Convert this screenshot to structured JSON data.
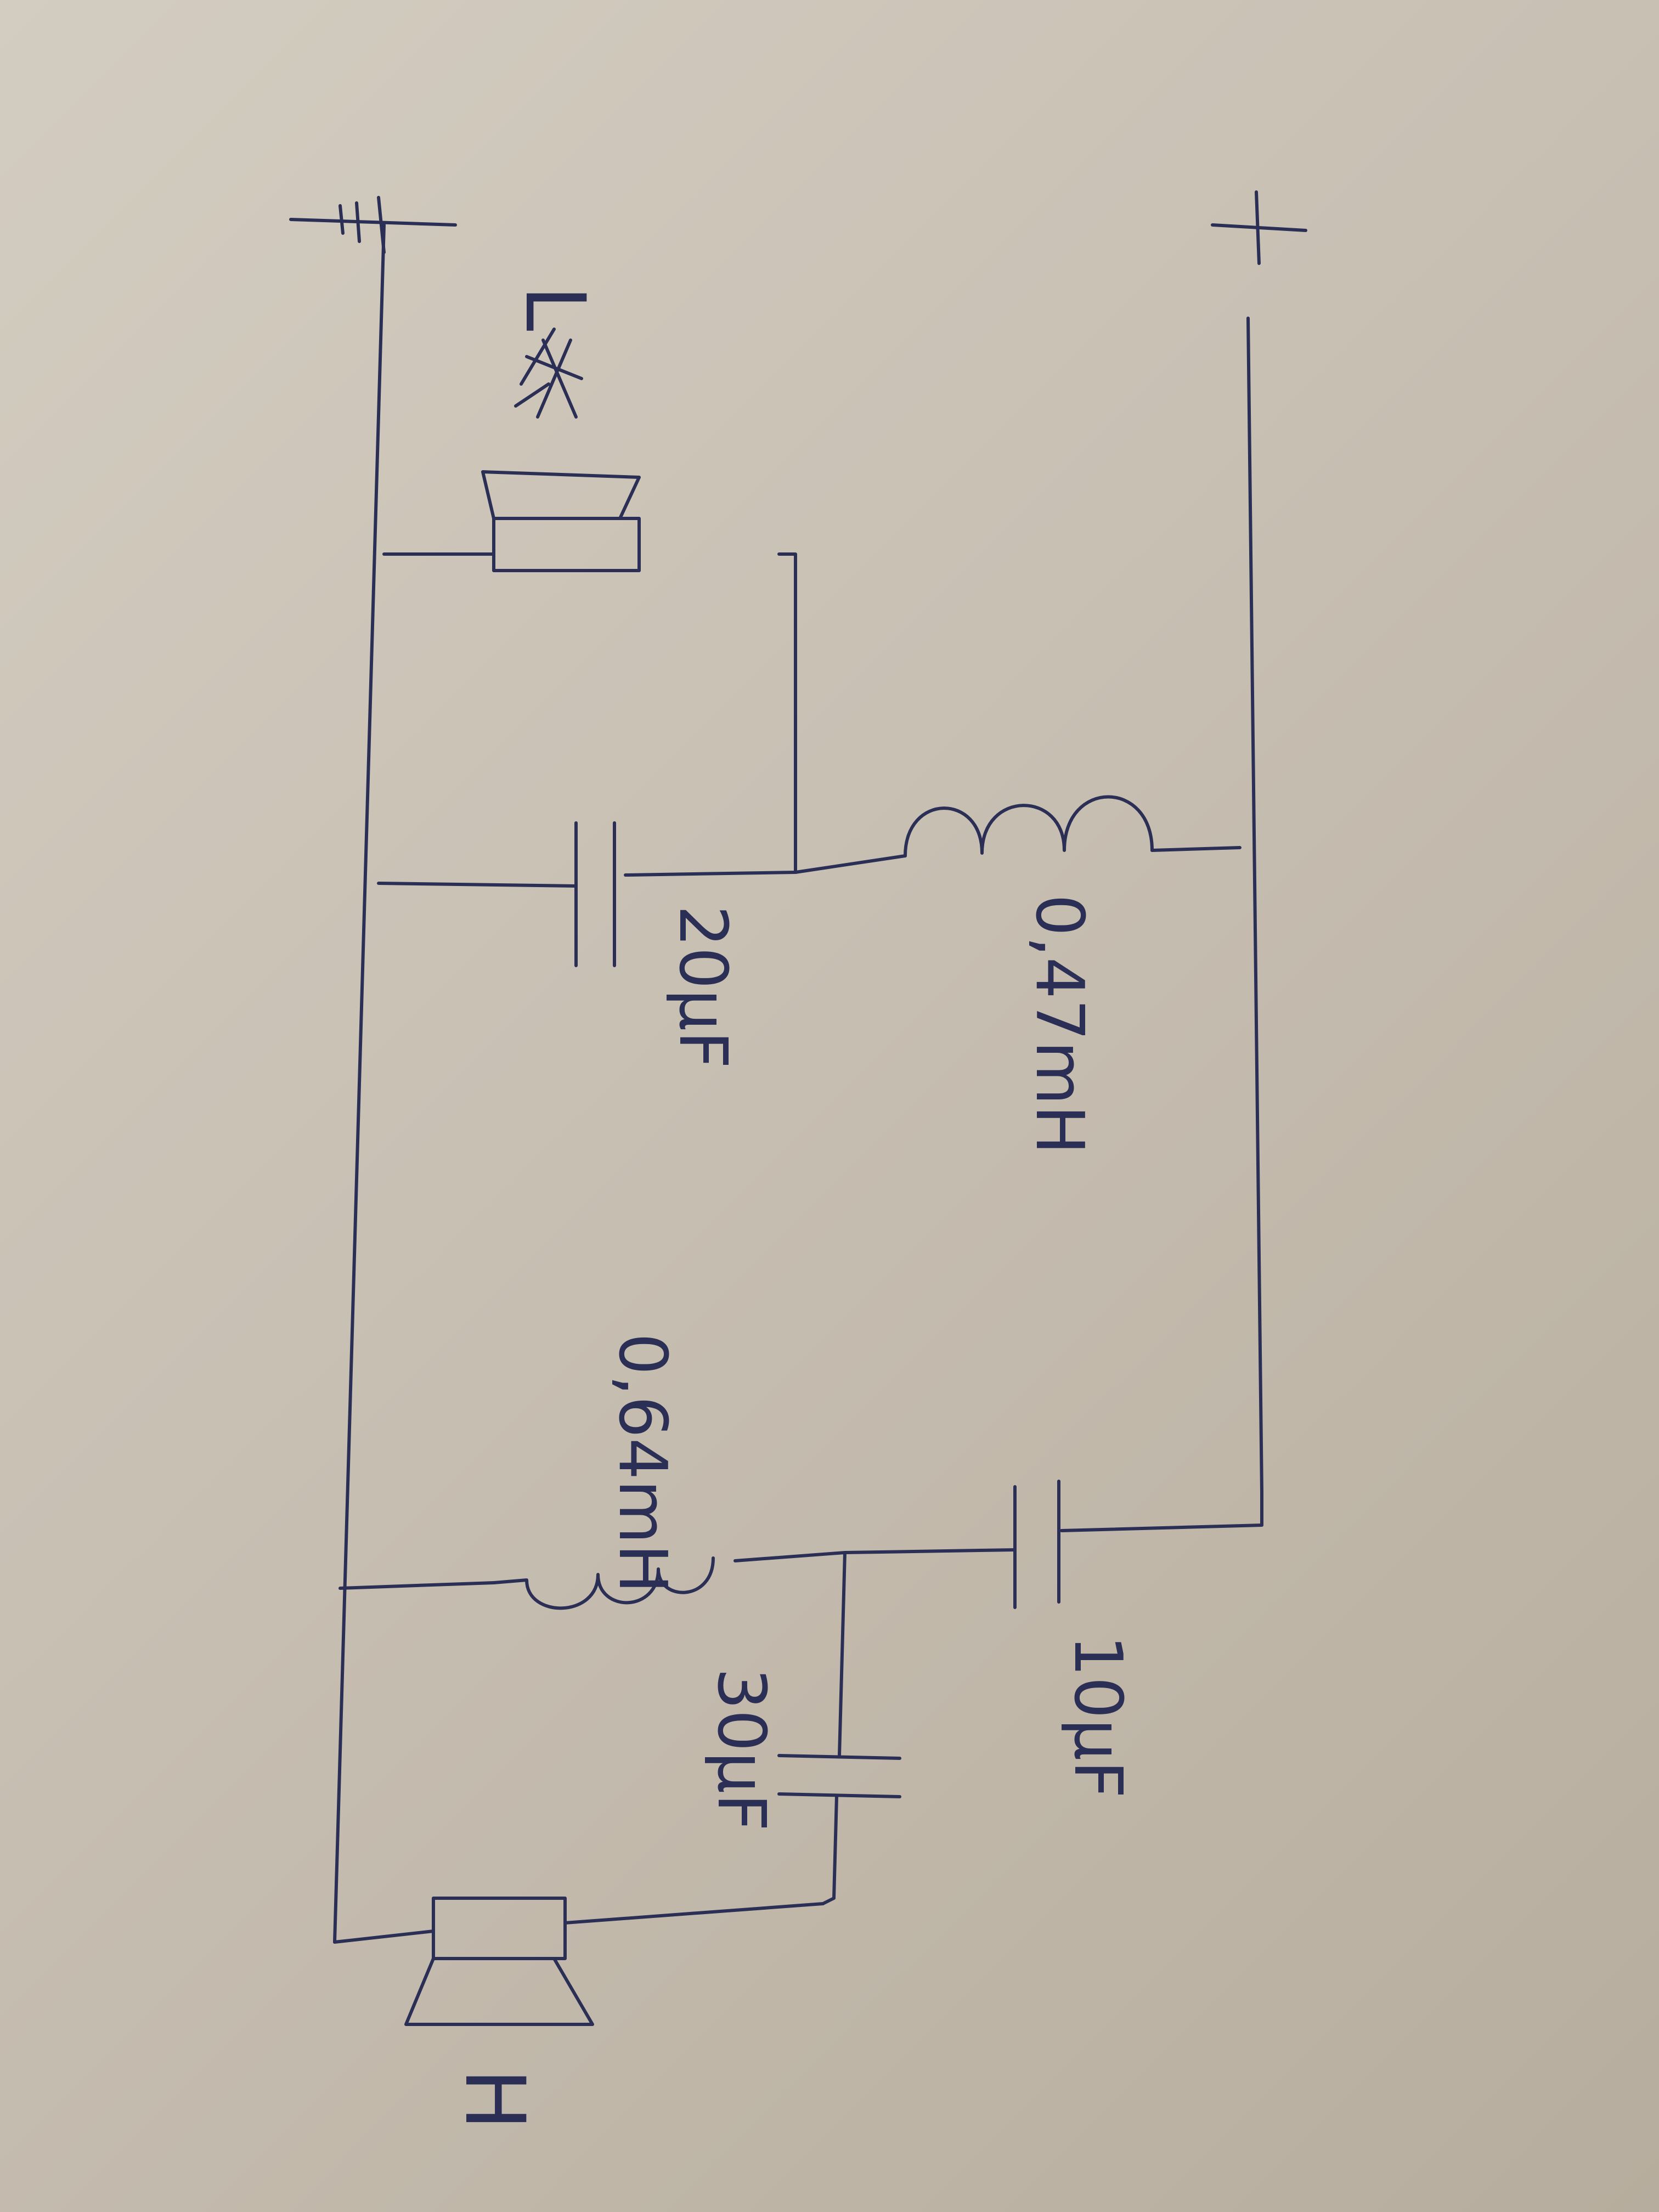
{
  "diagram": {
    "plus_sign": "+",
    "minus_sign": "-",
    "ground_symbol": "⏚",
    "woofer_label": "L",
    "tweeter_label": "H",
    "components": {
      "inductor_1": "0,47mH",
      "capacitor_1": "20µF",
      "inductor_2": "0,64mH",
      "capacitor_2": "10µF",
      "capacitor_3": "30µF"
    },
    "ink_color": "#2b2f55",
    "paper_color": "#c8c0b3"
  }
}
